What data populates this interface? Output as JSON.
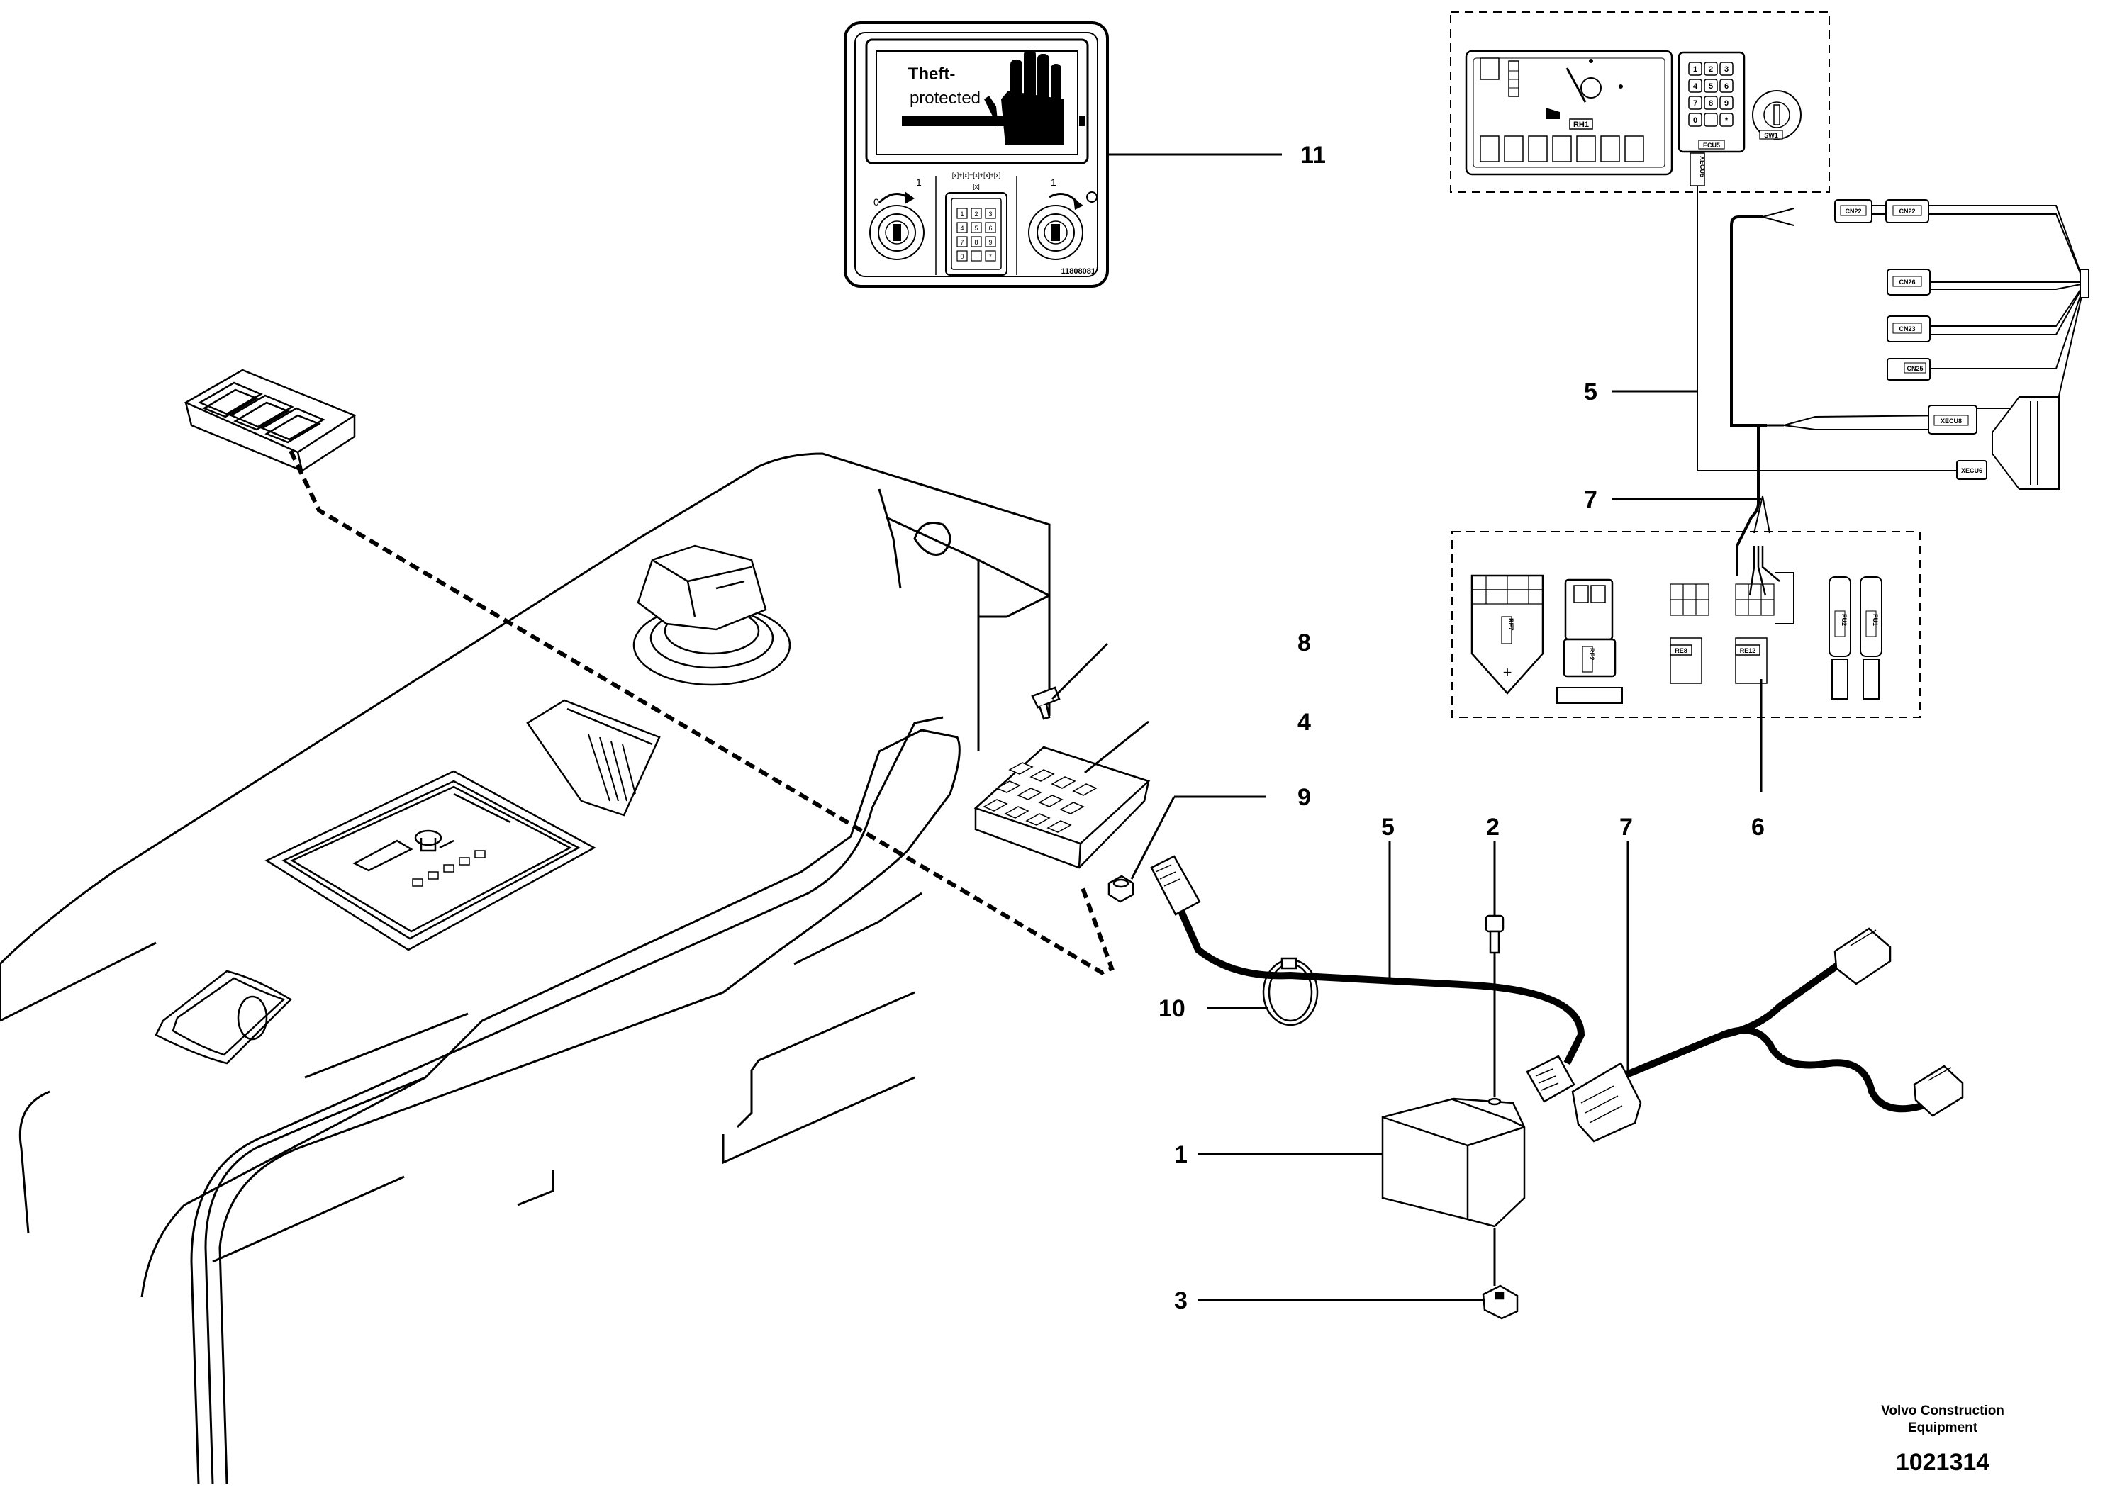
{
  "callouts": {
    "c1": "1",
    "c2": "2",
    "c3": "3",
    "c4": "4",
    "c5_top": "5",
    "c5_bottom": "5",
    "c6": "6",
    "c7_top": "7",
    "c7_bottom": "7",
    "c8": "8",
    "c9": "9",
    "c10": "10",
    "c11": "11"
  },
  "decal": {
    "line1": "Theft-",
    "line2": "protected",
    "part_number": "11808081",
    "code_row": "[x]+[x]+[x]+[x]+[x]",
    "code_single": "[x]",
    "key_left_label": "0",
    "key_left_label2": "1",
    "key_right_label": "1",
    "keys": [
      "1",
      "2",
      "3",
      "4",
      "5",
      "6",
      "7",
      "8",
      "9",
      "0",
      "",
      "*"
    ]
  },
  "panel_labels": {
    "rh1": "RH1",
    "ecu5": "ECU5",
    "sw1": "SW1",
    "xecu5": "XECU5",
    "cn22a": "CN22",
    "cn22b": "CN22",
    "cn26": "CN26",
    "cn23": "CN23",
    "cn25": "CN25",
    "xecu8": "XECU8",
    "xecu6": "XECU6",
    "re7": "RE7",
    "re2": "RE2",
    "re8": "RE8",
    "re12": "RE12",
    "fu1": "FU1",
    "fu2": "FU2"
  },
  "footer": {
    "company_line1": "Volvo Construction",
    "company_line2": "Equipment",
    "document_number": "1021314"
  }
}
